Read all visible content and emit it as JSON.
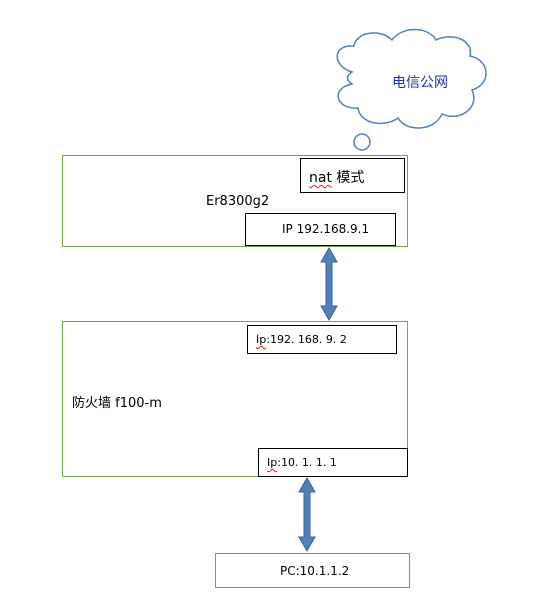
{
  "cloud": {
    "label": "电信公网",
    "label_color": "#1f33b0"
  },
  "router": {
    "name": "Er8300g2",
    "mode_word": "nat",
    "mode_rest": " 模式",
    "ip_text": "IP 192.168.9.1"
  },
  "firewall": {
    "name": "防火墙 f100-m",
    "ip_upper_prefix": "Ip",
    "ip_upper_value": ":192. 168. 9. 2",
    "ip_lower_prefix": "Ip",
    "ip_lower_value": ":10. 1. 1. 1"
  },
  "pc": {
    "label": "PC:10.1.1.2"
  },
  "colors": {
    "box_border": "#77a24c",
    "arrow_fill": "#4f81bd",
    "arrow_stroke": "#3a6496",
    "cloud_stroke": "#4f81bd"
  }
}
